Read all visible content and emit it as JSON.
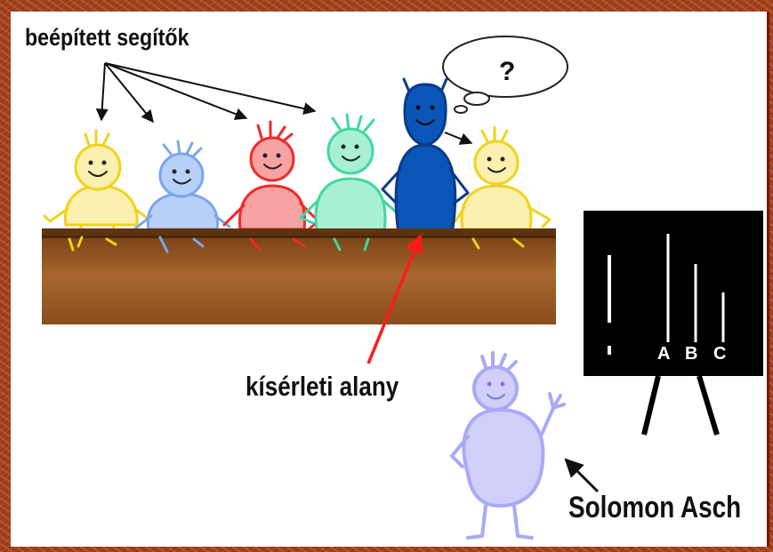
{
  "labels": {
    "helpers": "beépített segítők",
    "subject": "kísérleti alany",
    "experimenter": "Solomon Asch",
    "question_mark": "?"
  },
  "board": {
    "letters": [
      "A",
      "B",
      "C"
    ]
  },
  "colors": {
    "frame": "#a2401f",
    "table_top": "#6b3a12",
    "table_body": "#a8672e",
    "board": "#000000",
    "subject_arrow": "#ff1a1a",
    "figure_yellow": "#f2d21b",
    "figure_light_blue": "#7aa6f0",
    "figure_red": "#f02a2a",
    "figure_green": "#3fd8a0",
    "figure_dark_blue": "#0a4aa8",
    "figure_lavender": "#a9a9f5"
  }
}
